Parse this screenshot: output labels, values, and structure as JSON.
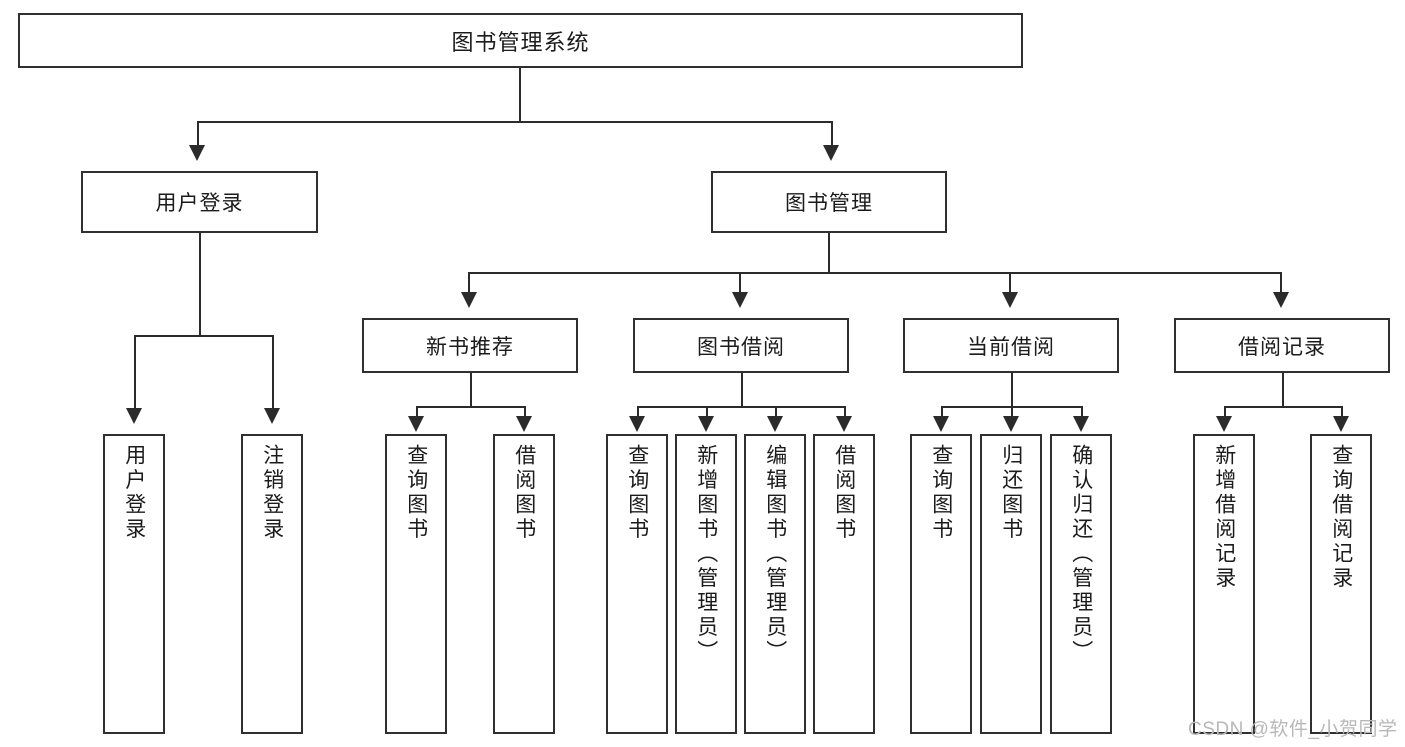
{
  "diagram": {
    "title": "图书管理系统",
    "type": "hierarchy-tree",
    "levels": 4,
    "root": {
      "label": "图书管理系统"
    },
    "level2": [
      {
        "label": "用户登录"
      },
      {
        "label": "图书管理"
      }
    ],
    "level3": [
      {
        "label": "新书推荐",
        "parent": "图书管理"
      },
      {
        "label": "图书借阅",
        "parent": "图书管理"
      },
      {
        "label": "当前借阅",
        "parent": "图书管理"
      },
      {
        "label": "借阅记录",
        "parent": "图书管理"
      }
    ],
    "leaves": {
      "user_login": [
        {
          "label": "用户登录"
        },
        {
          "label": "注销登录"
        }
      ],
      "new_book_recommend": [
        {
          "label": "查询图书"
        },
        {
          "label": "借阅图书"
        }
      ],
      "book_borrow": [
        {
          "label": "查询图书"
        },
        {
          "label": "新增图书（管理员）"
        },
        {
          "label": "编辑图书（管理员）"
        },
        {
          "label": "借阅图书"
        }
      ],
      "current_borrow": [
        {
          "label": "查询图书"
        },
        {
          "label": "归还图书"
        },
        {
          "label": "确认归还（管理员）"
        }
      ],
      "borrow_records": [
        {
          "label": "新增借阅记录"
        },
        {
          "label": "查询借阅记录"
        }
      ]
    }
  },
  "watermark": {
    "text": "CSDN @软件_小贺同学"
  },
  "colors": {
    "box_border": "#303030",
    "connector": "#2b2b2b",
    "background": "#ffffff",
    "text": "#1b1b1b",
    "watermark": "#b8b8b8"
  }
}
